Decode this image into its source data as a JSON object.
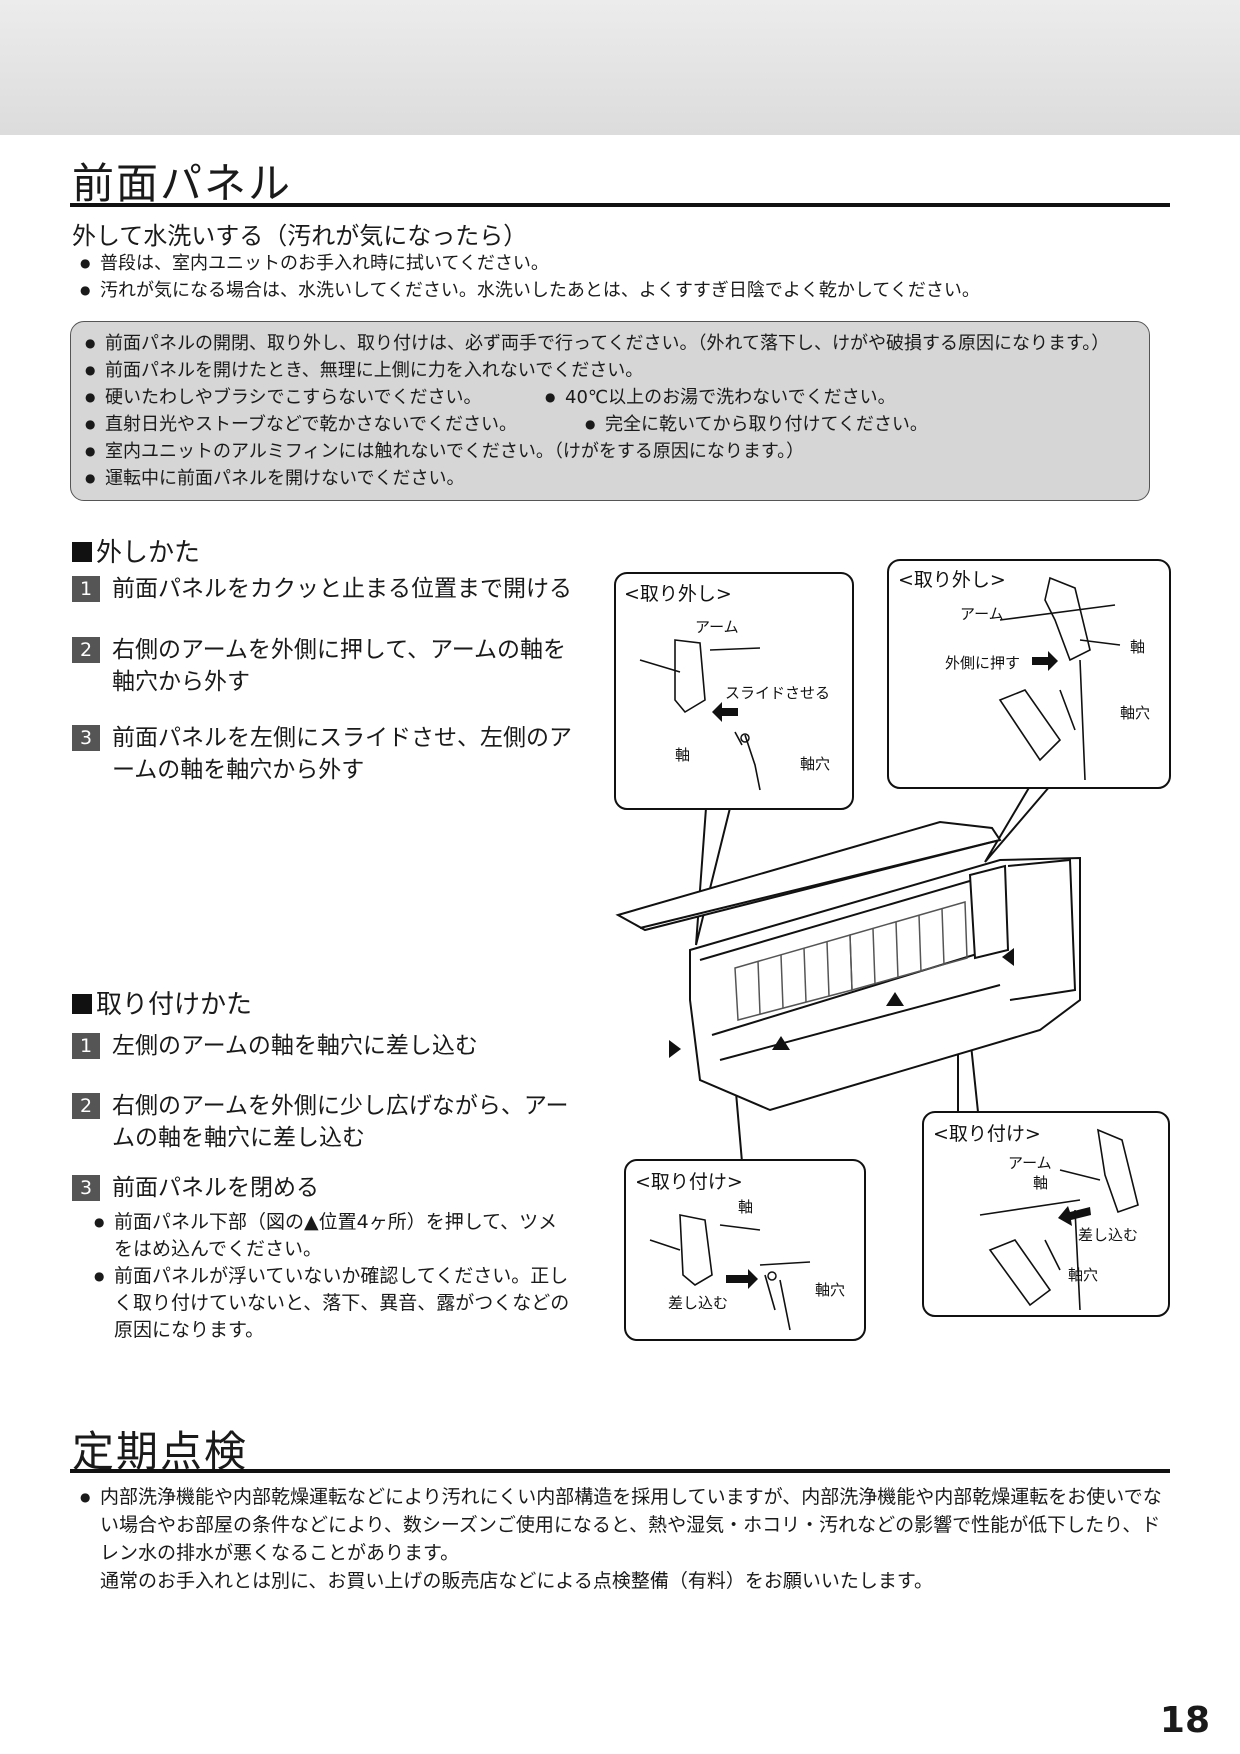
{
  "section1": {
    "title": "前面パネル",
    "subtitle": "外して水洗いする（汚れが気になったら）",
    "intro": [
      "普段は、室内ユニットのお手入れ時に拭いてください。",
      "汚れが気になる場合は、水洗いしてください。水洗いしたあとは、よくすすぎ日陰でよく乾かしてください。"
    ],
    "cautions": {
      "line1": "前面パネルの開閉、取り外し、取り付けは、必ず両手で行ってください。（外れて落下し、けがや破損する原因になります。）",
      "line2": "前面パネルを開けたとき、無理に上側に力を入れないでください。",
      "line3a": "硬いたわしやブラシでこすらないでください。",
      "line3b": "40℃以上のお湯で洗わないでください。",
      "line4a": "直射日光やストーブなどで乾かさないでください。",
      "line4b": "完全に乾いてから取り付けてください。",
      "line5": "室内ユニットのアルミフィンには触れないでください。（けがをする原因になります。）",
      "line6": "運転中に前面パネルを開けないでください。"
    }
  },
  "remove": {
    "heading": "外しかた",
    "steps": [
      {
        "num": "1",
        "text": "前面パネルをカクッと止まる位置まで開ける"
      },
      {
        "num": "2",
        "text": "右側のアームを外側に押して、アームの軸を軸穴から外す"
      },
      {
        "num": "3",
        "text": "前面パネルを左側にスライドさせ、左側のアームの軸を軸穴から外す"
      }
    ]
  },
  "attach": {
    "heading": "取り付けかた",
    "steps": [
      {
        "num": "1",
        "text": "左側のアームの軸を軸穴に差し込む"
      },
      {
        "num": "2",
        "text": "右側のアームを外側に少し広げながら、アームの軸を軸穴に差し込む"
      },
      {
        "num": "3",
        "text": "前面パネルを閉める"
      }
    ],
    "notes": [
      "前面パネル下部（図の▲位置4ヶ所）を押して、ツメをはめ込んでください。",
      "前面パネルが浮いていないか確認してください。正しく取り付けていないと、落下、異音、露がつくなどの原因になります。"
    ]
  },
  "diagram": {
    "callout_tl": {
      "title": "<取り外し>",
      "arm": "アーム",
      "slide": "スライドさせる",
      "axis": "軸",
      "hole": "軸穴"
    },
    "callout_tr": {
      "title": "<取り外し>",
      "arm": "アーム",
      "push": "外側に押す",
      "axis": "軸",
      "hole": "軸穴"
    },
    "callout_bl": {
      "title": "<取り付け>",
      "axis": "軸",
      "insert": "差し込む",
      "hole": "軸穴"
    },
    "callout_br": {
      "title": "<取り付け>",
      "arm": "アーム",
      "axis": "軸",
      "insert": "差し込む",
      "hole": "軸穴"
    }
  },
  "section2": {
    "title": "定期点検",
    "bullet": "内部洗浄機能や内部乾燥運転などにより汚れにくい内部構造を採用していますが、内部洗浄機能や内部乾燥運転をお使いでない場合やお部屋の条件などにより、数シーズンご使用になると、熱や湿気・ホコリ・汚れなどの影響で性能が低下したり、ドレン水の排水が悪くなることがあります。",
    "continuation": "通常のお手入れとは別に、お買い上げの販売店などによる点検整備（有料）をお願いいたします。"
  },
  "page_number": "18"
}
